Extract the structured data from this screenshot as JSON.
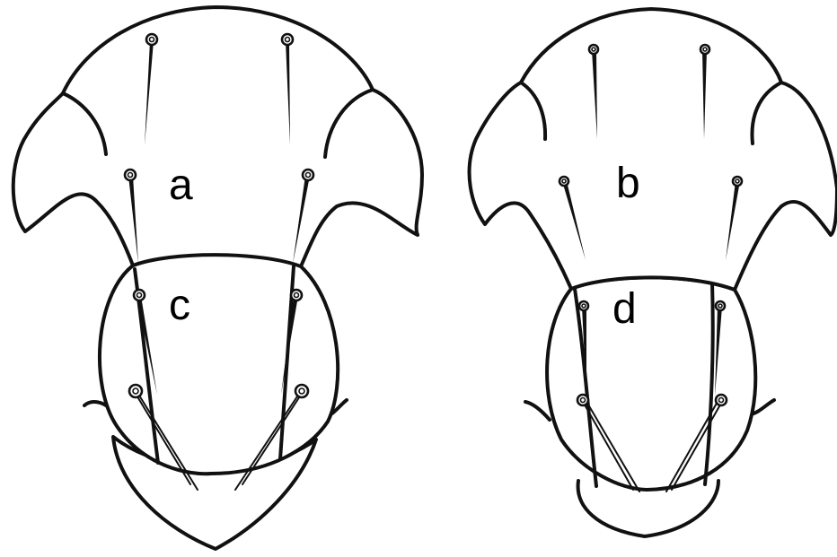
{
  "figure": {
    "panel_labels": {
      "a": "a",
      "b": "b",
      "c": "c",
      "d": "d"
    },
    "colors": {
      "line": "#111111",
      "background": "#ffffff"
    }
  }
}
